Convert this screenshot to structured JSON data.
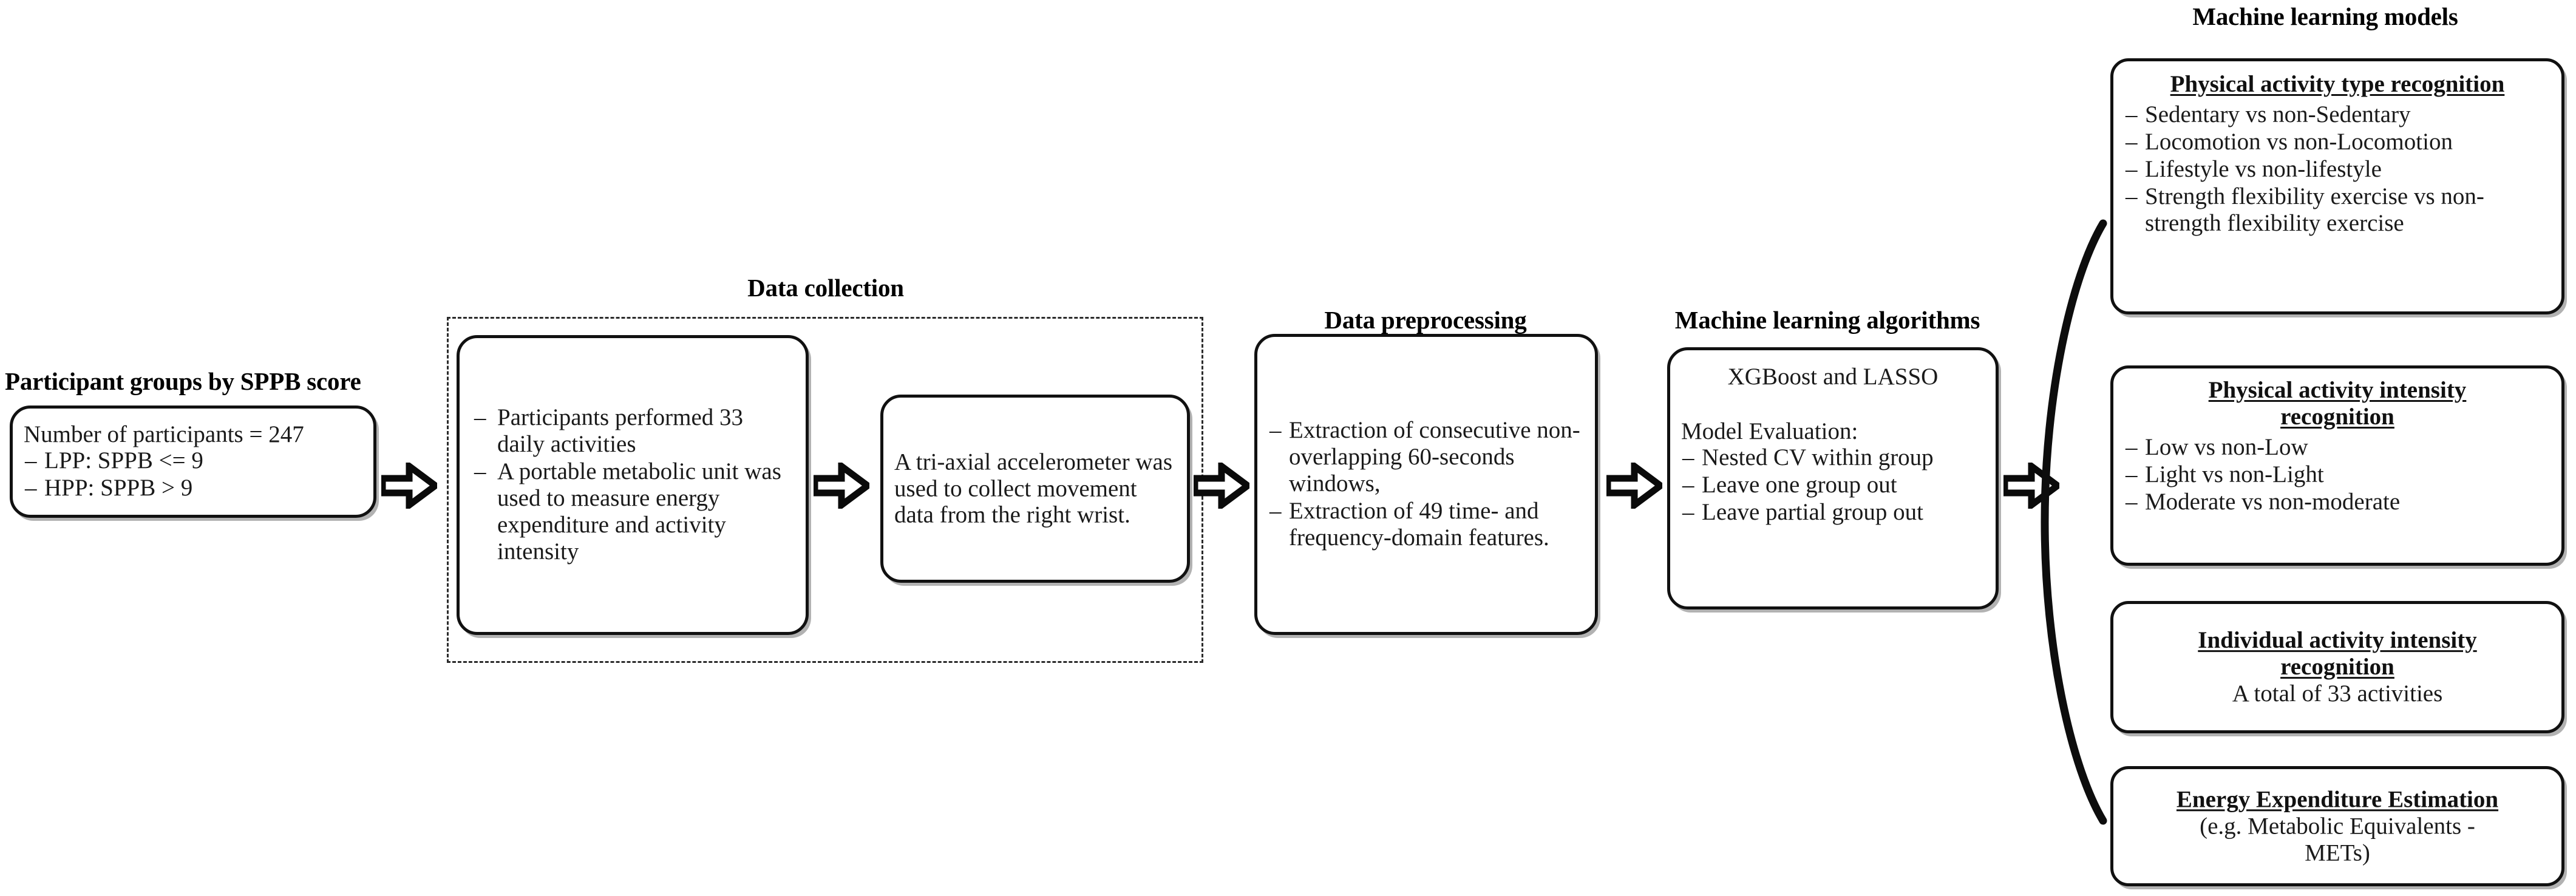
{
  "diagram": {
    "title": "Machine learning study pipeline flowchart",
    "sections": {
      "participants_title": "Participant groups by SPPB score",
      "data_collection_title": "Data collection",
      "data_preprocessing_title": "Data preprocessing",
      "ml_algorithms_title": "Machine learning algorithms",
      "ml_models_title": "Machine learning models"
    },
    "participants_box": {
      "line1": "Number of participants = 247",
      "bullets": [
        "LPP: SPPB <= 9",
        "HPP: SPPB > 9"
      ]
    },
    "data_collection_box_1": {
      "bullets": [
        "Participants performed 33 daily activities",
        "A portable metabolic unit was used to measure energy expenditure and activity intensity"
      ]
    },
    "data_collection_box_2": {
      "text": "A tri-axial accelerometer was used to collect movement data from the right wrist."
    },
    "data_preprocessing_box": {
      "bullets": [
        "Extraction of consecutive non-overlapping 60-seconds windows,",
        "Extraction of 49 time- and frequency-domain features."
      ]
    },
    "ml_algorithms_box": {
      "line1": "XGBoost and LASSO",
      "line2": "Model Evaluation:",
      "bullets": [
        "Nested CV within group",
        "Leave one group out",
        "Leave partial group out"
      ]
    },
    "ml_models": [
      {
        "heading": "Physical activity type recognition",
        "bullets": [
          "Sedentary vs non-Sedentary",
          "Locomotion vs non-Locomotion",
          "Lifestyle vs non-lifestyle",
          "Strength flexibility exercise vs non-strength flexibility exercise"
        ]
      },
      {
        "heading_line1": "Physical activity intensity",
        "heading_line2": "recognition",
        "bullets": [
          "Low vs non-Low",
          "Light vs non-Light",
          "Moderate vs non-moderate"
        ]
      },
      {
        "heading_line1": "Individual activity intensity",
        "heading_line2": "recognition",
        "body": "A total of 33 activities"
      },
      {
        "heading": "Energy Expenditure Estimation",
        "body_line1": "(e.g. Metabolic Equivalents -",
        "body_line2": "METs)"
      }
    ],
    "icons": {
      "arrow": "right-block-arrow",
      "brace": "curly-brace-right"
    },
    "colors": {
      "stroke": "#111111",
      "text": "#1a1a1a",
      "background": "#ffffff",
      "dashed_border": "#2b2b2b"
    }
  }
}
